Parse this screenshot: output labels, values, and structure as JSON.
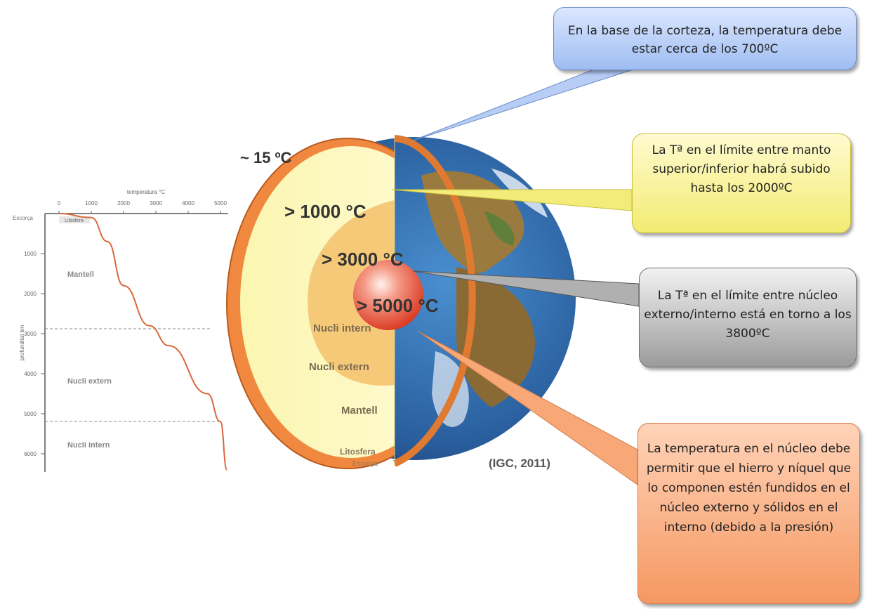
{
  "graph": {
    "x_axis_title": "temperatura °C",
    "x_ticks": [
      "0",
      "1000",
      "2000",
      "3000",
      "4000",
      "5000"
    ],
    "y_axis_title": "profunditat km",
    "y_ticks": [
      "1000",
      "2000",
      "3000",
      "4000",
      "5000",
      "6000"
    ],
    "surface_label": "Escorça",
    "litosfera_label": "Litosfera",
    "layers": [
      "Mantell",
      "Nucli extern",
      "Nucli intern"
    ],
    "curve": [
      [
        0,
        0
      ],
      [
        1000,
        100
      ],
      [
        1500,
        700
      ],
      [
        2000,
        1800
      ],
      [
        2800,
        2800
      ],
      [
        3400,
        3300
      ],
      [
        4600,
        4500
      ],
      [
        5000,
        5200
      ],
      [
        5200,
        6400
      ]
    ]
  },
  "globe": {
    "surface_temp": "~ 15 ºC",
    "mantle_temp": "> 1000 °C",
    "outer_core_temp": "> 3000 °C",
    "inner_core_temp": "> 5000 °C",
    "inner_core_label": "Nucli intern",
    "outer_core_label": "Nucli extern",
    "mantle_label": "Mantell",
    "litosfera_label": "Litosfera",
    "escorca_label": "Escorça",
    "citation": "(IGC, 2011)"
  },
  "callouts": {
    "crust": "En la base de la corteza, la temperatura debe estar cerca de los 700ºC",
    "mantle": "La Tª en el límite entre manto superior/inferior habrá subido hasta los 2000ºC",
    "core_boundary": "La Tª en el límite entre núcleo externo/interno está en torno a los 3800ºC",
    "core": "La temperatura en el núcleo debe permitir que el hierro y níquel que lo componen estén fundidos en el núcleo externo y sólidos en el interno (debido a la presión)"
  },
  "colors": {
    "crust": "#f0893f",
    "mantle": "#fbf7b8",
    "outer_core": "#f6c979",
    "inner_core": "#e24a2a",
    "curve": "#d9683c",
    "ocean": "#2f6db0"
  }
}
